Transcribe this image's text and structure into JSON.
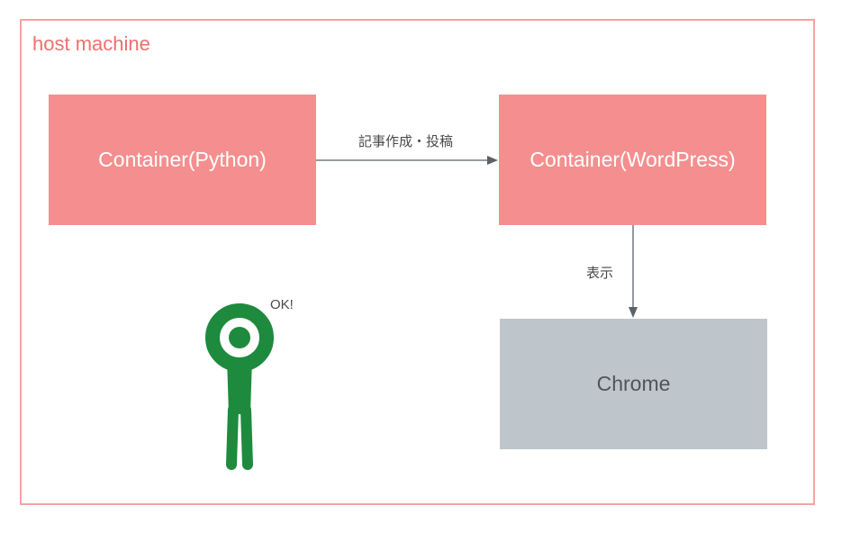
{
  "diagram": {
    "host": {
      "label": "host machine"
    },
    "nodes": {
      "python": {
        "label": "Container(Python)"
      },
      "wordpress": {
        "label": "Container(WordPress)"
      },
      "chrome": {
        "label": "Chrome"
      }
    },
    "edges": {
      "python_to_wordpress": {
        "label": "記事作成・投稿"
      },
      "wordpress_to_chrome": {
        "label": "表示"
      }
    },
    "person": {
      "icon": "person-ok-icon",
      "note": "OK!"
    }
  },
  "colors": {
    "host_border": "#f5a3a3",
    "host_label": "#f06f6f",
    "container_fill": "#f58f8f",
    "browser_fill": "#bec6cc",
    "arrow": "#5b6166",
    "person": "#1e8a3e"
  }
}
